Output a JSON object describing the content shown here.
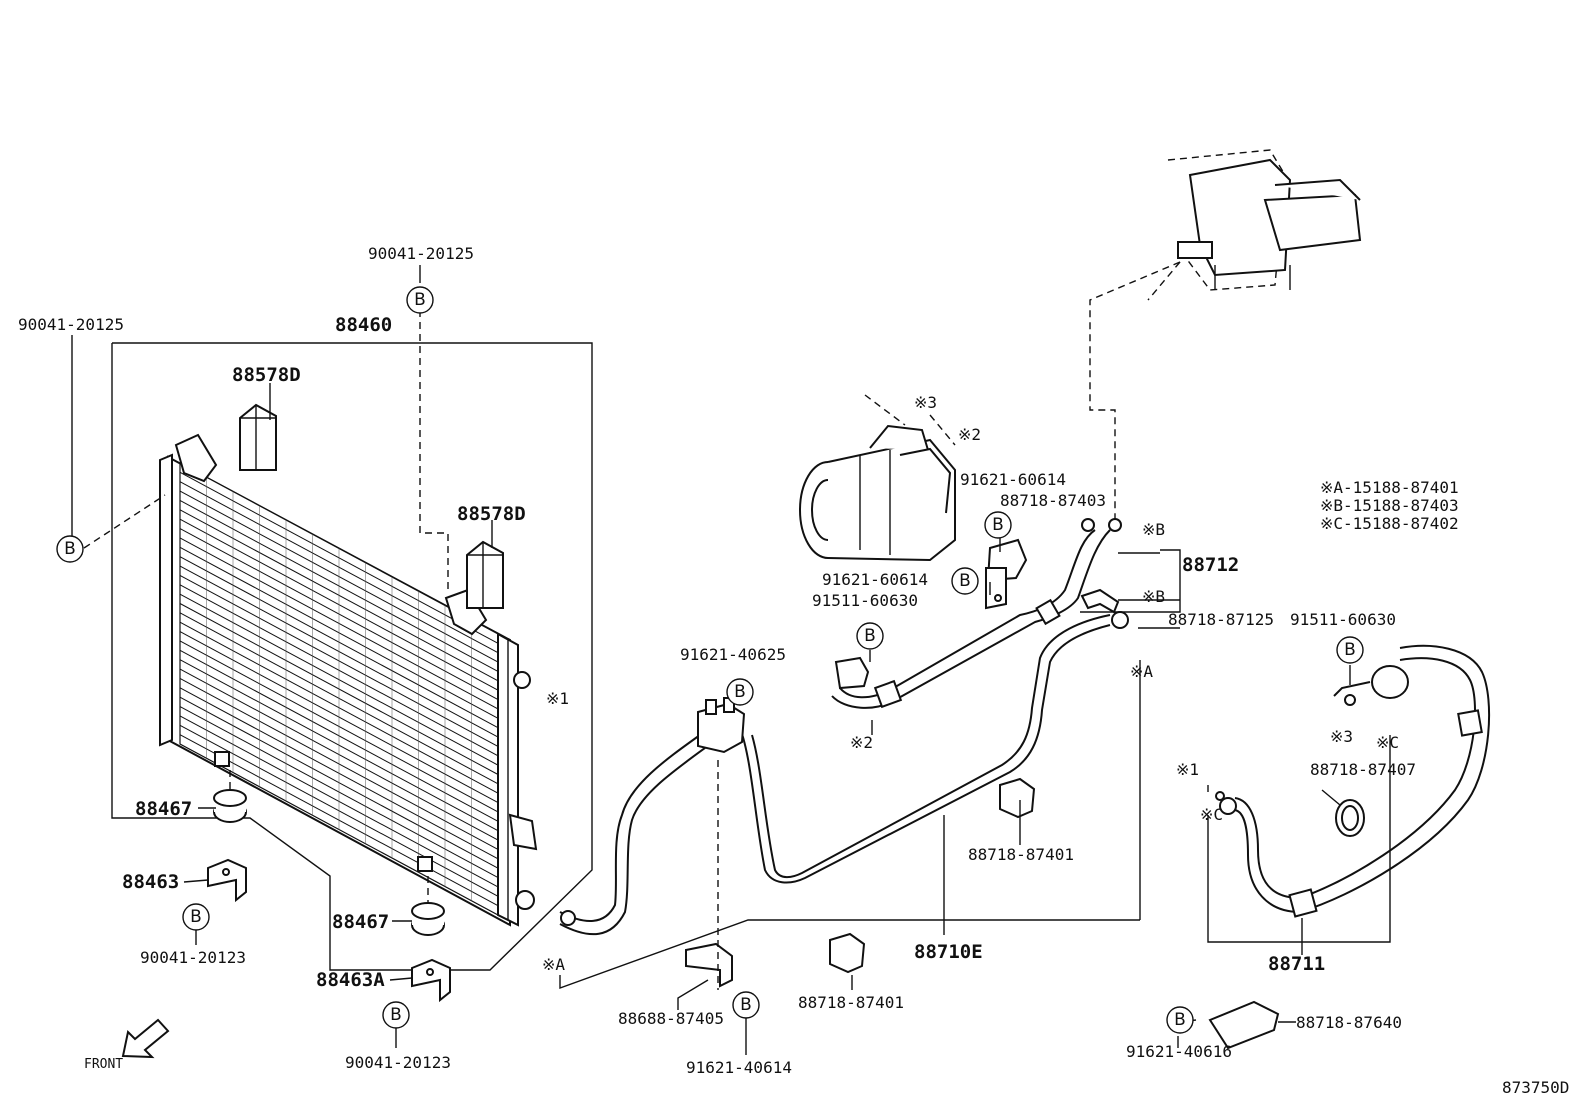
{
  "diagram_code": "873750D",
  "front_label": "FRONT",
  "bolt_marker": "B",
  "legend": {
    "a": "※A-15188-87401",
    "b": "※B-15188-87403",
    "c": "※C-15188-87402"
  },
  "labels": {
    "p90041_20125_left": "90041-20125",
    "p90041_20125_top": "90041-20125",
    "p88460": "88460",
    "p88578D_a": "88578D",
    "p88578D_b": "88578D",
    "m1_left": "※1",
    "p88467_a": "88467",
    "p88467_b": "88467",
    "p88463": "88463",
    "p90041_20123_a": "90041-20123",
    "p88463A": "88463A",
    "p90041_20123_b": "90041-20123",
    "m3_top": "※3",
    "m2_top": "※2",
    "p91621_60614_a": "91621-60614",
    "p88718_87403": "88718-87403",
    "p91621_60614_b": "91621-60614",
    "p91511_60630_a": "91511-60630",
    "p88712": "88712",
    "p88718_87125": "88718-87125",
    "p91511_60630_b": "91511-60630",
    "p91621_40625": "91621-40625",
    "m2_bottom": "※2",
    "mB_a": "※B",
    "mB_b": "※B",
    "mA_right": "※A",
    "mA_left": "※A",
    "m3_right": "※3",
    "mC_a": "※C",
    "m1_right": "※1",
    "mC_b": "※C",
    "p88718_87407": "88718-87407",
    "p88718_87401_a": "88718-87401",
    "p88710E": "88710E",
    "p88718_87401_b": "88718-87401",
    "p88688_87405": "88688-87405",
    "p91621_40614": "91621-40614",
    "p88711": "88711",
    "p88718_87640": "88718-87640",
    "p91621_40616": "91621-40616"
  }
}
